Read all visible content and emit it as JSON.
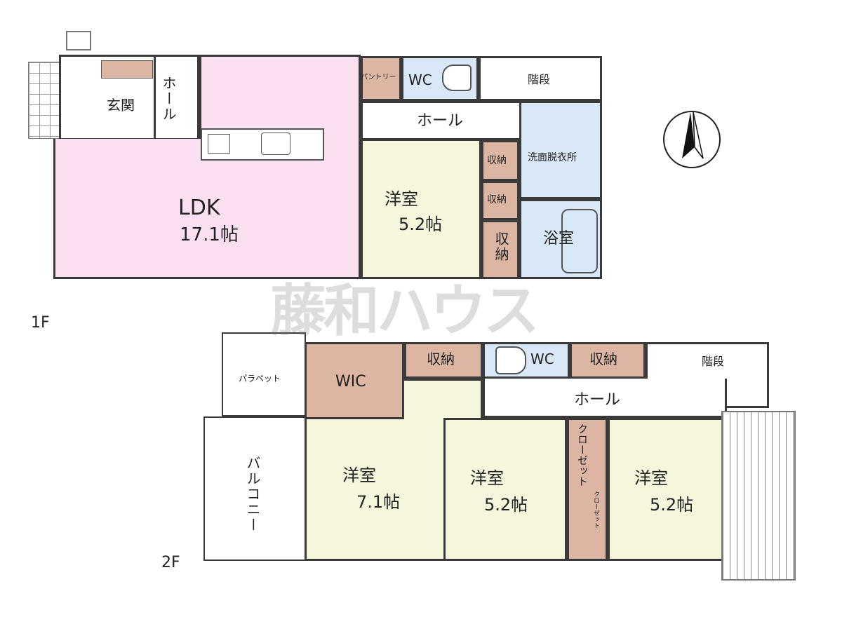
{
  "colors": {
    "living": "#fbe0f2",
    "bedroom": "#f5f6dc",
    "storage": "#ddb6a3",
    "water": "#d8e8f7",
    "wall": "#3a3a3a"
  },
  "floor1": {
    "label": "1F",
    "genkan": "玄関",
    "hall_vertical": "ホール",
    "ldk": "LDK",
    "ldk_size": "17.1帖",
    "pantry": "パントリー",
    "wc": "WC",
    "stairs": "階段",
    "hall": "ホール",
    "youshitsu": "洋室",
    "youshitsu_size": "5.2帖",
    "storage_1": "収納",
    "storage_2": "収納",
    "storage_3": "収納",
    "washroom": "洗面脱衣所",
    "bathroom": "浴室"
  },
  "floor2": {
    "label": "2F",
    "parapet": "パラペット",
    "balcony": "バルコニー",
    "wic": "WIC",
    "storage_1": "収納",
    "wc": "WC",
    "storage_2": "収納",
    "stairs": "階段",
    "hall": "ホール",
    "room_a": "洋室",
    "room_a_size": "7.1帖",
    "room_b": "洋室",
    "room_b_size": "5.2帖",
    "closet_1": "クローゼット",
    "closet_2": "クローゼット",
    "room_c": "洋室",
    "room_c_size": "5.2帖"
  },
  "watermark": "藤和ハウス",
  "icons": [
    "north-arrow-icon",
    "kitchen-counter-icon",
    "toilet-icon",
    "bathtub-icon"
  ]
}
